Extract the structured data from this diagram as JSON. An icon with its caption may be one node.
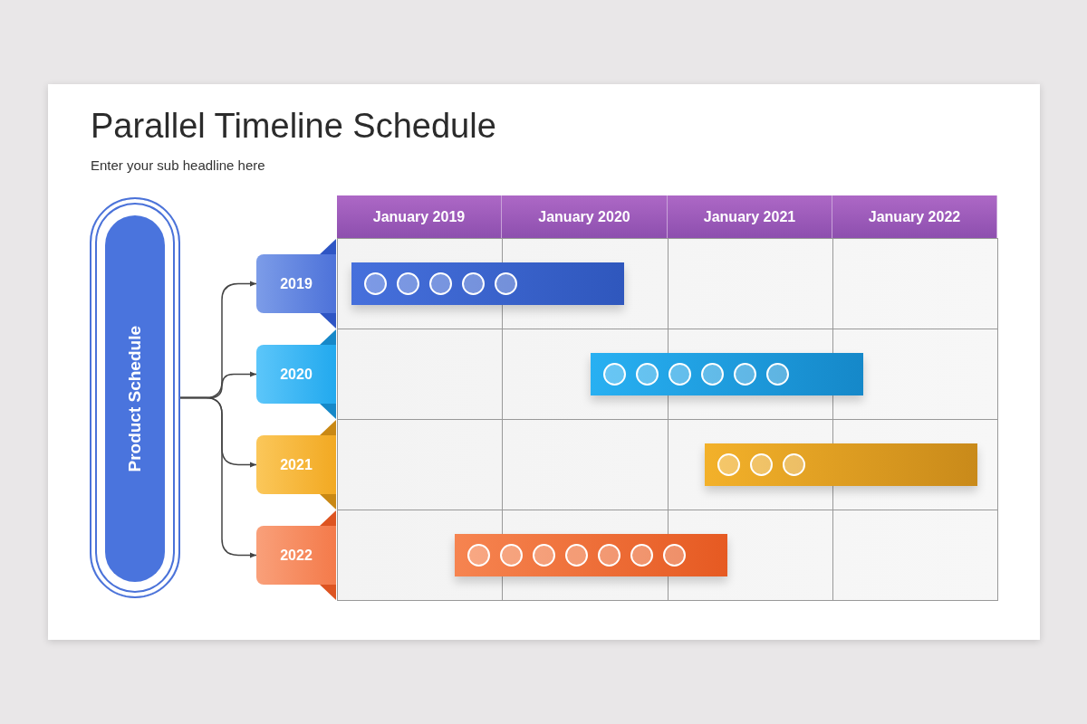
{
  "diagram": {
    "title": "Parallel Timeline Schedule",
    "nodes": [
      {
        "text": [
          "Product Schedule"
        ]
      },
      {
        "text": [
          "2019"
        ]
      },
      {
        "text": [
          "2020"
        ]
      },
      {
        "text": [
          "2021"
        ]
      },
      {
        "text": [
          "2022"
        ]
      },
      {
        "text": [],
        "shape": "bar"
      },
      {
        "text": [],
        "shape": "bar"
      },
      {
        "text": [],
        "shape": "bar"
      },
      {
        "text": [],
        "shape": "bar"
      }
    ],
    "edges": [
      {
        "from": 0,
        "to": 1,
        "arrow": "to"
      },
      {
        "from": 0,
        "to": 2,
        "arrow": "to"
      },
      {
        "from": 0,
        "to": 3,
        "arrow": "to"
      },
      {
        "from": 0,
        "to": 4,
        "arrow": "to"
      }
    ],
    "labels": [
      "Enter your sub headline here",
      "January 2019",
      "January 2020",
      "January 2021",
      "January 2022"
    ]
  }
}
